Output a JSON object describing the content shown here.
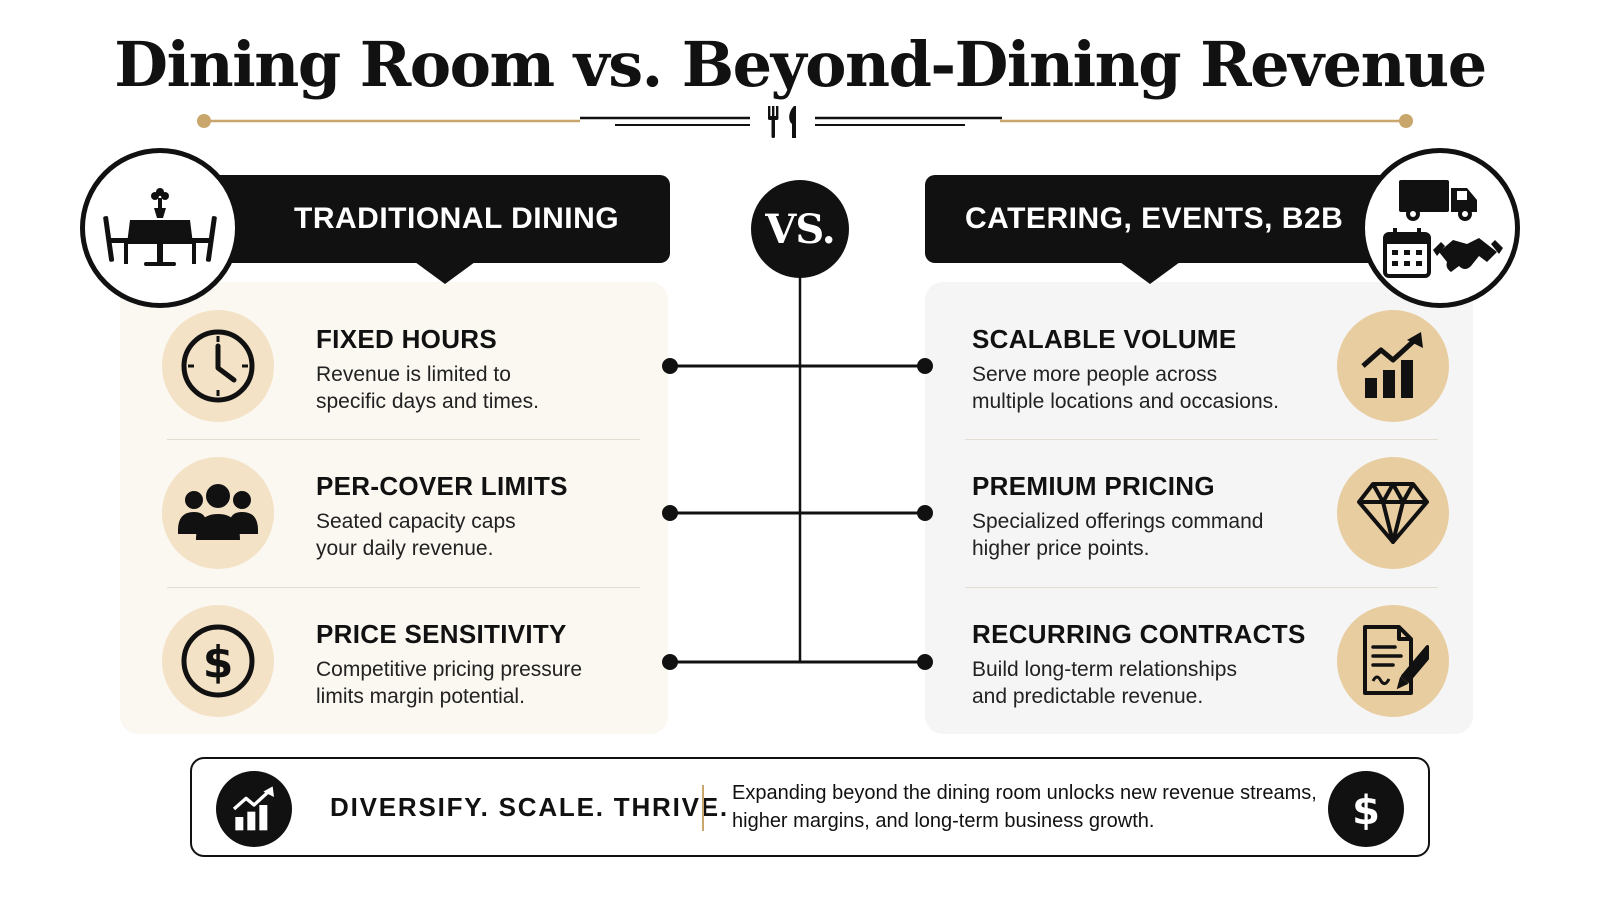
{
  "title": "Dining Room vs. Beyond-Dining Revenue",
  "colors": {
    "accent": "#c9a66b",
    "dark": "#111111",
    "left_icon_bg": "#f3e2c5",
    "right_icon_bg": "#e8cda0"
  },
  "vs_label": "VS.",
  "left": {
    "heading": "TRADITIONAL DINING",
    "emblem_icon": "dining-table-icon",
    "items": [
      {
        "title": "FIXED HOURS",
        "desc": "Revenue is limited to\nspecific days and times.",
        "icon": "clock-icon"
      },
      {
        "title": "PER-COVER LIMITS",
        "desc": "Seated capacity caps\nyour daily revenue.",
        "icon": "people-group-icon"
      },
      {
        "title": "PRICE SENSITIVITY",
        "desc": "Competitive pricing pressure\nlimits margin potential.",
        "icon": "dollar-circle-icon"
      }
    ]
  },
  "right": {
    "heading": "CATERING, EVENTS, B2B",
    "emblem_icons": [
      "delivery-truck-icon",
      "calendar-icon",
      "handshake-icon"
    ],
    "items": [
      {
        "title": "SCALABLE VOLUME",
        "desc": "Serve more people across\nmultiple locations and occasions.",
        "icon": "growth-chart-icon"
      },
      {
        "title": "PREMIUM PRICING",
        "desc": "Specialized offerings command\nhigher price points.",
        "icon": "diamond-icon"
      },
      {
        "title": "RECURRING CONTRACTS",
        "desc": "Build long-term relationships\nand predictable revenue.",
        "icon": "contract-pen-icon"
      }
    ]
  },
  "footer": {
    "slogan": "DIVERSIFY. SCALE. THRIVE.",
    "text": "Expanding beyond the dining room unlocks new revenue streams, higher margins, and long-term business growth.",
    "left_icon": "growth-chart-icon",
    "right_icon": "dollar-icon"
  }
}
